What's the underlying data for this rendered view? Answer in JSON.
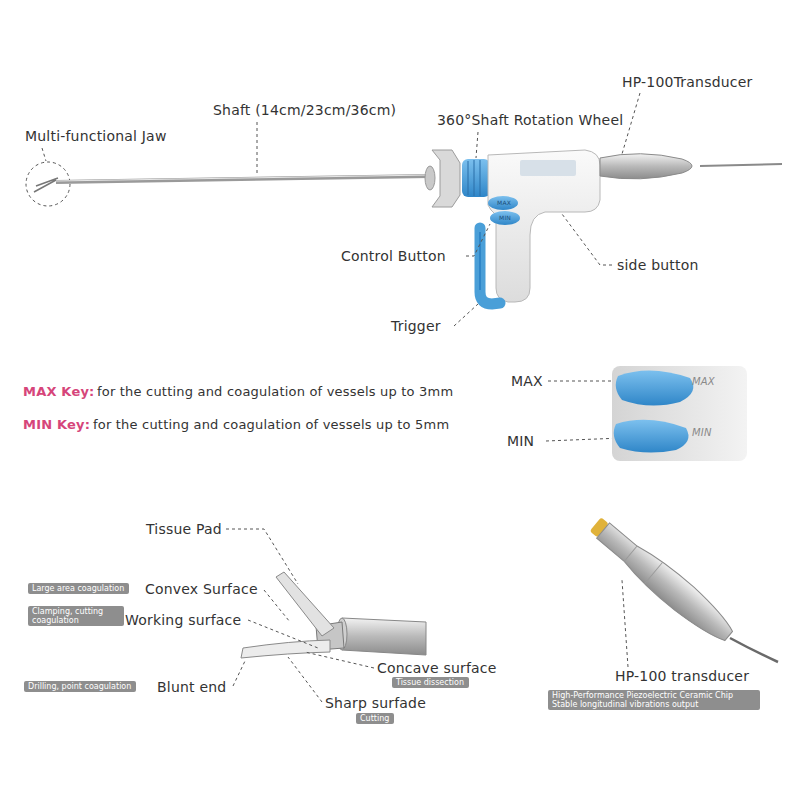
{
  "diagram": {
    "nodes": [
      {
        "text": [
          "Large area coagulation"
        ]
      },
      {
        "text": [
          "Clamping, cutting coagulation"
        ]
      },
      {
        "text": [
          "Tissue dissection"
        ]
      },
      {
        "text": [
          "Drilling, point coagulation"
        ]
      },
      {
        "text": [
          "Cutting"
        ]
      },
      {
        "text": [
          "High-Performance Piezoelectric Ceramic Chip Stable longitudinal vibrations output"
        ]
      }
    ],
    "edges": [],
    "labels": [
      "Multi-functional Jaw",
      "Shaft (14cm/23cm/36cm)",
      "360°Shaft Rotation Wheel",
      "HP-100Transducer",
      "MAX",
      "MIN",
      "Control Button",
      "side button",
      "Trigger",
      "MAX Key:",
      "for the cutting and coagulation of vessels up to 3mm",
      "MIN Key:",
      "for the cutting and coagulation of vessels up to 5mm",
      "MAX",
      "MIN",
      "MAX",
      "MIN",
      "Tissue Pad",
      "Convex Surface",
      "Working surface",
      "Concave surface",
      "Blunt end",
      "Sharp surfade",
      "HP-100 transducer"
    ]
  }
}
